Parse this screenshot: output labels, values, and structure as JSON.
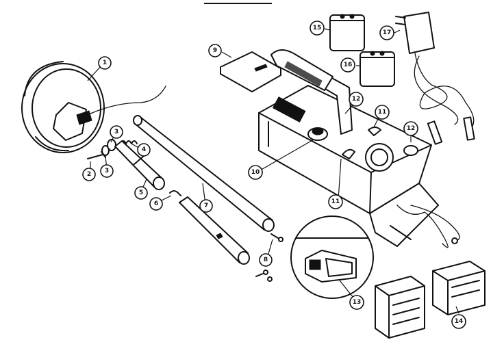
{
  "callouts": {
    "c1": "1",
    "c2": "2",
    "c3a": "3",
    "c3b": "3",
    "c4": "4",
    "c5": "5",
    "c6": "6",
    "c7": "7",
    "c8": "8",
    "c9": "9",
    "c10": "10",
    "c11a": "11",
    "c11b": "11",
    "c12a": "12",
    "c12b": "12",
    "c13": "13",
    "c14": "14",
    "c15": "15",
    "c16": "16",
    "c17": "17"
  }
}
